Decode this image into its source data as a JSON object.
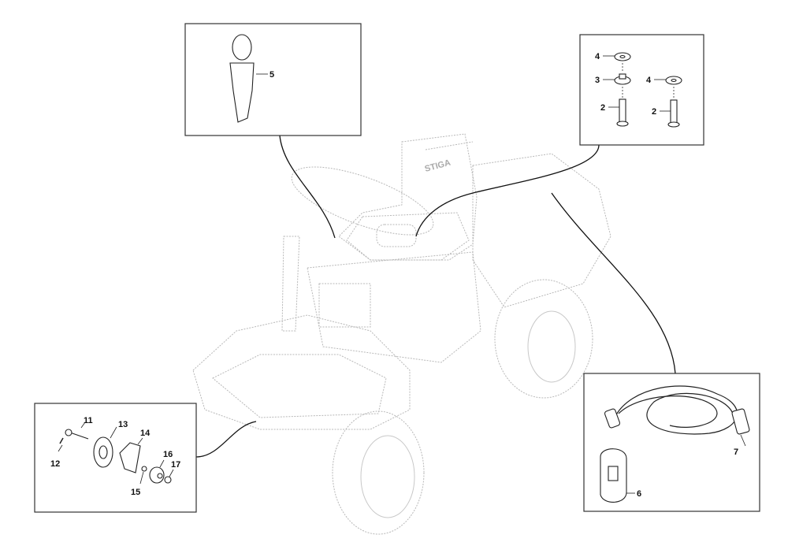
{
  "diagram": {
    "brand_logo": "STIGA",
    "callouts": {
      "key": "5",
      "washer_a": "4",
      "bushing": "3",
      "screw_a": "2",
      "washer_b": "4",
      "screw_b": "2",
      "axle_pin": "11",
      "cotter_pin": "12",
      "pulley": "13",
      "bracket": "14",
      "spring_washer": "15",
      "knob": "16",
      "nut": "17",
      "charger_cable": "7",
      "charger": "6"
    }
  }
}
